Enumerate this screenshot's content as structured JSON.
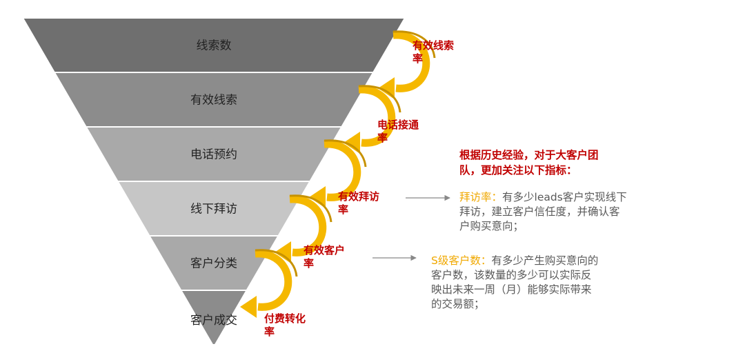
{
  "funnel": {
    "stages": [
      {
        "label": "线索数",
        "color": "#6f6f6f"
      },
      {
        "label": "有效线索",
        "color": "#8c8c8c"
      },
      {
        "label": "电话预约",
        "color": "#a9a9a9"
      },
      {
        "label": "线下拜访",
        "color": "#c6c6c6"
      },
      {
        "label": "客户分类",
        "color": "#a9a9a9"
      },
      {
        "label": "客户成交",
        "color": "#8c8c8c"
      }
    ],
    "rates": [
      {
        "line1": "有效线索",
        "line2": "率"
      },
      {
        "line1": "电话接通",
        "line2": "率"
      },
      {
        "line1": "有效拜访",
        "line2": "率"
      },
      {
        "line1": "有效客户",
        "line2": "率"
      },
      {
        "line1": "付费转化",
        "line2": "率"
      }
    ],
    "arrow_color": "#f5b800",
    "arrow_dark": "#c79200"
  },
  "heading": {
    "line1": "根据历史经验，对于大客户团",
    "line2": "队，更加关注以下指标："
  },
  "notes": {
    "visit": {
      "key": "拜访率：",
      "text1": "有多少leads客户实现线下",
      "text2": "拜访，建立客户信任度，并确认客",
      "text3": "户购买意向；"
    },
    "s_level": {
      "key": "S级客户数：",
      "text1": "有多少产生购买意向的",
      "text2": "客户数，该数量的多少可以实际反",
      "text3": "映出未来一周（月）能够实际带来",
      "text4": "的交易额；"
    }
  }
}
